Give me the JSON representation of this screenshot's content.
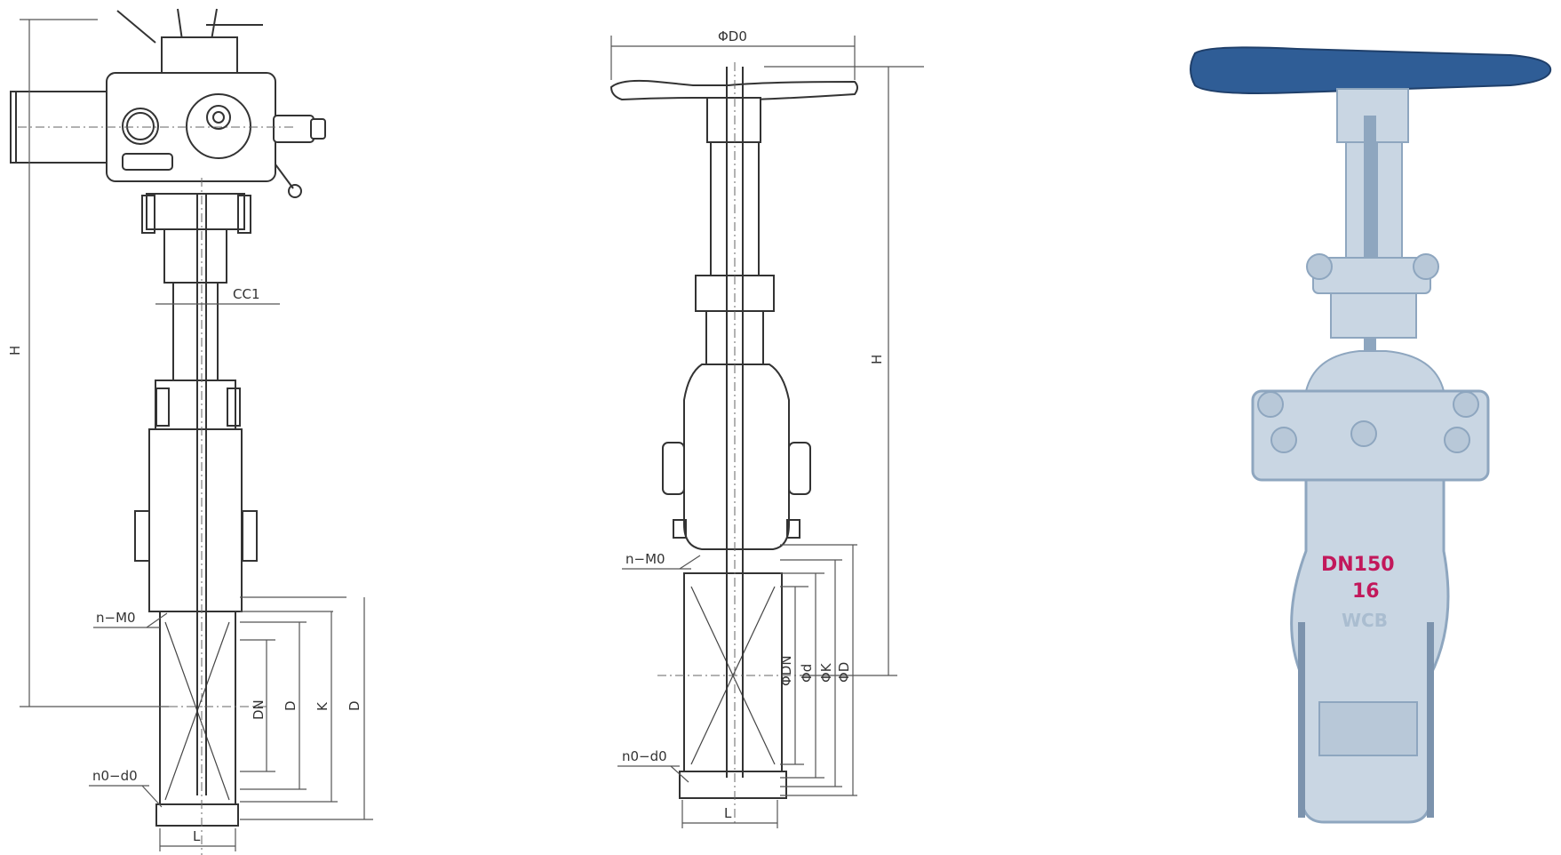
{
  "drawings": {
    "electric": {
      "labels": {
        "h": "H",
        "cc1": "CC1",
        "n_m0": "n−M0",
        "dn": "DN",
        "d_inner": "D",
        "k": "K",
        "d_outer": "D",
        "n0_d0": "n0−d0",
        "l": "L"
      }
    },
    "manual": {
      "labels": {
        "phi_d0": "ΦD0",
        "h": "H",
        "n_m0": "n−M0",
        "phi_dn": "ΦDN",
        "phi_d": "Φd",
        "phi_k": "ΦK",
        "phi_D": "ΦD",
        "n0_d0": "n0−d0",
        "l": "L"
      }
    }
  },
  "photo": {
    "markings": [
      "DN150",
      "16",
      "WCB"
    ],
    "colors": {
      "handwheel": "#2f5d96",
      "body": "#c9d6e3",
      "body_shadow": "#8ea6bf",
      "marking": "#c2185b"
    }
  }
}
